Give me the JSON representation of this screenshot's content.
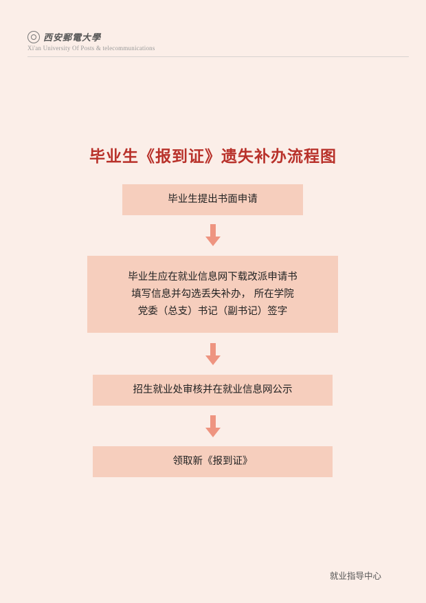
{
  "header": {
    "university_cn": "西安郵電大學",
    "university_en": "Xi'an University Of Posts & telecommunications"
  },
  "title": "毕业生《报到证》遗失补办流程图",
  "steps": [
    {
      "lines": [
        "毕业生提出书面申请"
      ]
    },
    {
      "lines": [
        "毕业生应在就业信息网下载改派申请书",
        "填写信息并勾选丢失补办，  所在学院",
        "党委（总支）书记（副书记）签字"
      ]
    },
    {
      "lines": [
        "招生就业处审核并在就业信息网公示"
      ]
    },
    {
      "lines": [
        "领取新《报到证》"
      ]
    }
  ],
  "footer": "就业指导中心",
  "colors": {
    "background": "#fbeee8",
    "box": "#f6cebd",
    "arrow": "#ee9480",
    "title": "#b8312a"
  }
}
